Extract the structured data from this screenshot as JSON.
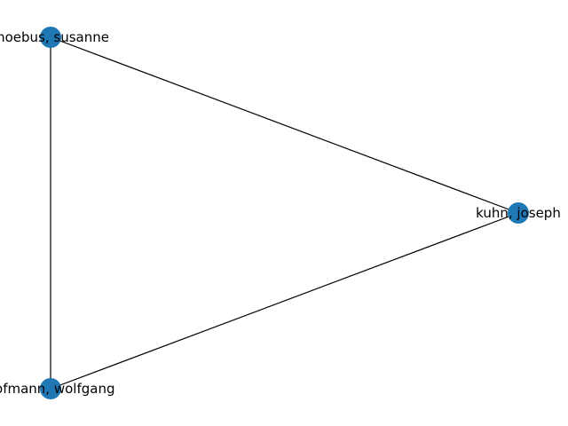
{
  "graph": {
    "node_color": "#1f77b4",
    "edge_color": "#000000",
    "nodes": [
      {
        "id": "moebus",
        "label": "moebus, susanne"
      },
      {
        "id": "kuhn",
        "label": "kuhn, joseph"
      },
      {
        "id": "hofmann",
        "label": "hofmann, wolfgang"
      }
    ],
    "edges": [
      {
        "source": "moebus",
        "target": "kuhn"
      },
      {
        "source": "moebus",
        "target": "hofmann"
      },
      {
        "source": "hofmann",
        "target": "kuhn"
      }
    ]
  }
}
